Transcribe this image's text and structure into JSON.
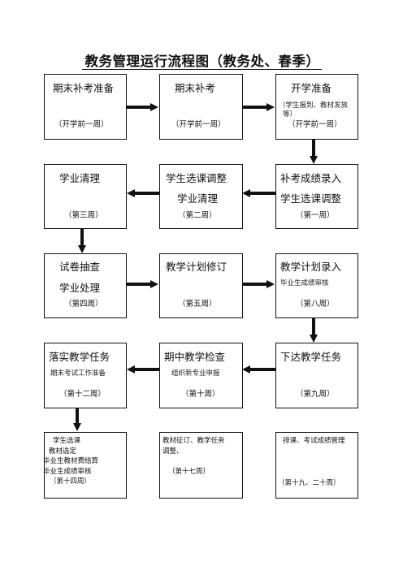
{
  "title": "教务管理运行流程图（教务处、春季）",
  "boxes": {
    "r1c1": {
      "title": "期末补考准备",
      "week": "（开学前一周）"
    },
    "r1c2": {
      "title": "期末补考",
      "week": "（开学前一周）"
    },
    "r1c3": {
      "title": "开学准备",
      "note1": "（学生报到、教材发放",
      "note2": "等）",
      "week": "（开学前一周）"
    },
    "r2c1": {
      "title": "学业清理",
      "week": "（第三周）"
    },
    "r2c2": {
      "title": "学生选课调整",
      "sub": "学业清理",
      "week": "（第二周）"
    },
    "r2c3": {
      "title": "补考成绩录入",
      "sub": "学生选课调整",
      "week": "（第一周）"
    },
    "r3c1": {
      "title": "试卷抽查",
      "sub": "学业处理",
      "week": "（第四周）"
    },
    "r3c2": {
      "title": "教学计划修订",
      "week": "（第五周）"
    },
    "r3c3": {
      "title": "教学计划录入",
      "note": "毕业生成绩审核",
      "week": "（第八周）"
    },
    "r4c1": {
      "title": "落实教学任务",
      "note": "期末考试工作准备",
      "week": "（第十二周）"
    },
    "r4c2": {
      "title": "期中教学检查",
      "note": "组织新专业申报",
      "week": "（第十周）"
    },
    "r4c3": {
      "title": "下达教学任务",
      "week": "（第九周）"
    },
    "r5c1": {
      "l1": "学生选课",
      "l2": "教材选定",
      "l3": "毕业生教材费结算",
      "l4": "毕业生成绩审核",
      "week": "（第十四周）"
    },
    "r5c2": {
      "l1": "教材征订、教学任务",
      "l2": "调整、",
      "week": "（第十七周）"
    },
    "r5c3": {
      "l1": "排课、考试成绩管理",
      "week": "（第十九、二十周）"
    }
  }
}
